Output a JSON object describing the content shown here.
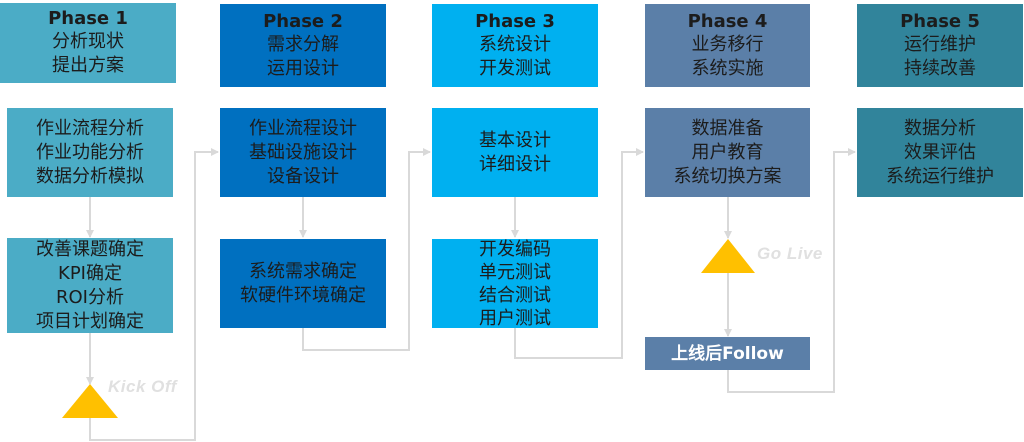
{
  "colors": {
    "phase1": "#4bacc6",
    "phase2": "#0070c0",
    "phase3": "#00b0f0",
    "phase4": "#5b7fa8",
    "phase5": "#31849b",
    "milestone": "#ffc000",
    "connector": "#d9d9d9"
  },
  "phases": [
    {
      "title": "Phase 1",
      "subtitle": [
        "分析现状",
        "提出方案"
      ],
      "steps": [
        [
          "作业流程分析",
          "作业功能分析",
          "数据分析模拟"
        ],
        [
          "改善课题确定",
          "KPI确定",
          "ROI分析",
          "项目计划确定"
        ]
      ],
      "milestone": "Kick Off"
    },
    {
      "title": "Phase 2",
      "subtitle": [
        "需求分解",
        "运用设计"
      ],
      "steps": [
        [
          "作业流程设计",
          "基础设施设计",
          "设备设计"
        ],
        [
          "系统需求确定",
          "软硬件环境确定"
        ]
      ]
    },
    {
      "title": "Phase 3",
      "subtitle": [
        "系统设计",
        "开发测试"
      ],
      "steps": [
        [
          "基本设计",
          "详细设计"
        ],
        [
          "开发编码",
          "单元测试",
          "结合测试",
          "用户测试"
        ]
      ]
    },
    {
      "title": "Phase 4",
      "subtitle": [
        "业务移行",
        "系统实施"
      ],
      "steps": [
        [
          "数据准备",
          "用户教育",
          "系统切换方案"
        ],
        [
          "上线后Follow"
        ]
      ],
      "milestone": "Go Live"
    },
    {
      "title": "Phase 5",
      "subtitle": [
        "运行维护",
        "持续改善"
      ],
      "steps": [
        [
          "数据分析",
          "效果评估",
          "系统运行维护"
        ]
      ]
    }
  ]
}
